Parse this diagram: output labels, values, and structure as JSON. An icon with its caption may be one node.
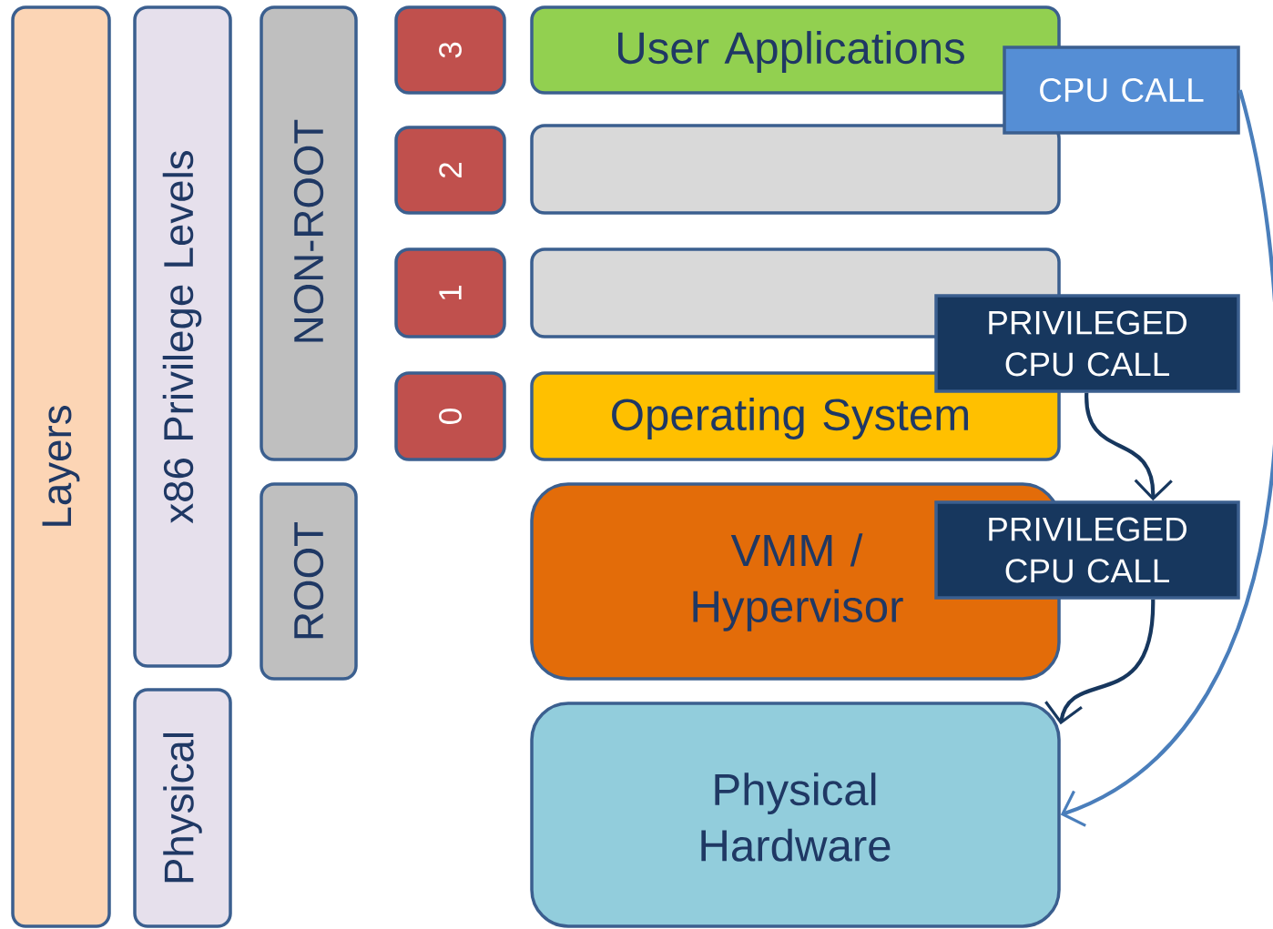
{
  "diagram": {
    "nodes": [
      {
        "text": [
          "Layers"
        ]
      },
      {
        "text": [
          "x86 Privilege Levels"
        ]
      },
      {
        "text": [
          "Physical"
        ]
      },
      {
        "text": [
          "NON-ROOT"
        ]
      },
      {
        "text": [
          "ROOT"
        ]
      },
      {
        "text": [
          "3"
        ]
      },
      {
        "text": [
          "2"
        ]
      },
      {
        "text": [
          "1"
        ]
      },
      {
        "text": [
          "0"
        ]
      },
      {
        "text": [
          "User Applications"
        ]
      },
      {
        "text": [],
        "shape": "box"
      },
      {
        "text": [],
        "shape": "box"
      },
      {
        "text": [
          "Operating System"
        ]
      },
      {
        "text": [
          "VMM / Hypervisor"
        ]
      },
      {
        "text": [
          "Physical Hardware"
        ]
      },
      {
        "text": [
          "CPU CALL"
        ]
      },
      {
        "text": [
          "PRIVILEGED CPU CALL"
        ]
      },
      {
        "text": [
          "PRIVILEGED CPU CALL"
        ]
      }
    ],
    "edges": [
      {
        "from": 15,
        "to": 14,
        "arrow": "to",
        "color": "#4a7ebb"
      },
      {
        "from": 16,
        "to": 17,
        "arrow": "to"
      },
      {
        "from": 17,
        "to": 14,
        "arrow": "to"
      }
    ]
  }
}
